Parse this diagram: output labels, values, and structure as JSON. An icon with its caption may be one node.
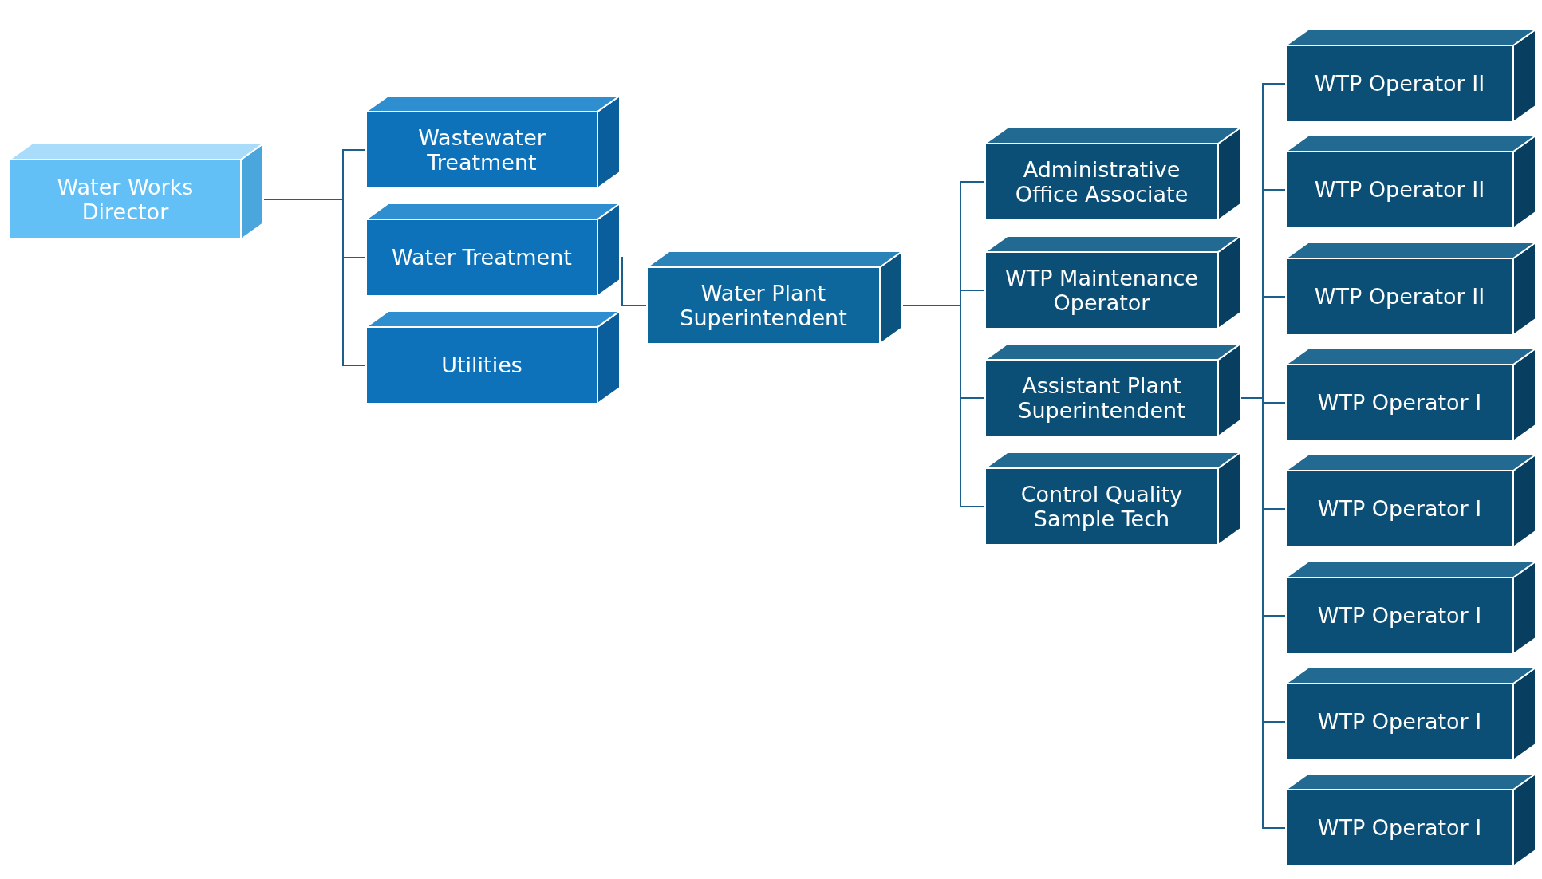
{
  "diagram": {
    "nodes": [
      {
        "text": [
          "Water Works Director"
        ]
      },
      {
        "text": [
          "Wastewater Treatment"
        ]
      },
      {
        "text": [
          "Water Treatment"
        ]
      },
      {
        "text": [
          "Utilities"
        ]
      },
      {
        "text": [
          "Water Plant Superintendent"
        ]
      },
      {
        "text": [
          "Administrative Office Associate"
        ]
      },
      {
        "text": [
          "WTP Maintenance Operator"
        ]
      },
      {
        "text": [
          "Assistant Plant Superintendent"
        ]
      },
      {
        "text": [
          "Control Quality Sample Tech"
        ]
      },
      {
        "text": [
          "WTP Operator II"
        ]
      },
      {
        "text": [
          "WTP Operator II"
        ]
      },
      {
        "text": [
          "WTP Operator II"
        ]
      },
      {
        "text": [
          "WTP Operator I"
        ]
      },
      {
        "text": [
          "WTP Operator I"
        ]
      },
      {
        "text": [
          "WTP Operator I"
        ]
      },
      {
        "text": [
          "WTP Operator I"
        ]
      },
      {
        "text": [
          "WTP Operator I"
        ]
      }
    ],
    "edges": [
      {
        "from": 0,
        "to": 1,
        "arrow": "none"
      },
      {
        "from": 0,
        "to": 2,
        "arrow": "none"
      },
      {
        "from": 0,
        "to": 3,
        "arrow": "none"
      },
      {
        "from": 2,
        "to": 4,
        "arrow": "none"
      },
      {
        "from": 4,
        "to": 5,
        "arrow": "none"
      },
      {
        "from": 4,
        "to": 6,
        "arrow": "none"
      },
      {
        "from": 4,
        "to": 7,
        "arrow": "none"
      },
      {
        "from": 4,
        "to": 8,
        "arrow": "none"
      },
      {
        "from": 7,
        "to": 9,
        "arrow": "none"
      },
      {
        "from": 7,
        "to": 10,
        "arrow": "none"
      },
      {
        "from": 7,
        "to": 11,
        "arrow": "none"
      },
      {
        "from": 7,
        "to": 12,
        "arrow": "none"
      },
      {
        "from": 7,
        "to": 13,
        "arrow": "none"
      },
      {
        "from": 7,
        "to": 14,
        "arrow": "none"
      },
      {
        "from": 7,
        "to": 15,
        "arrow": "none"
      },
      {
        "from": 7,
        "to": 16,
        "arrow": "none"
      }
    ]
  }
}
